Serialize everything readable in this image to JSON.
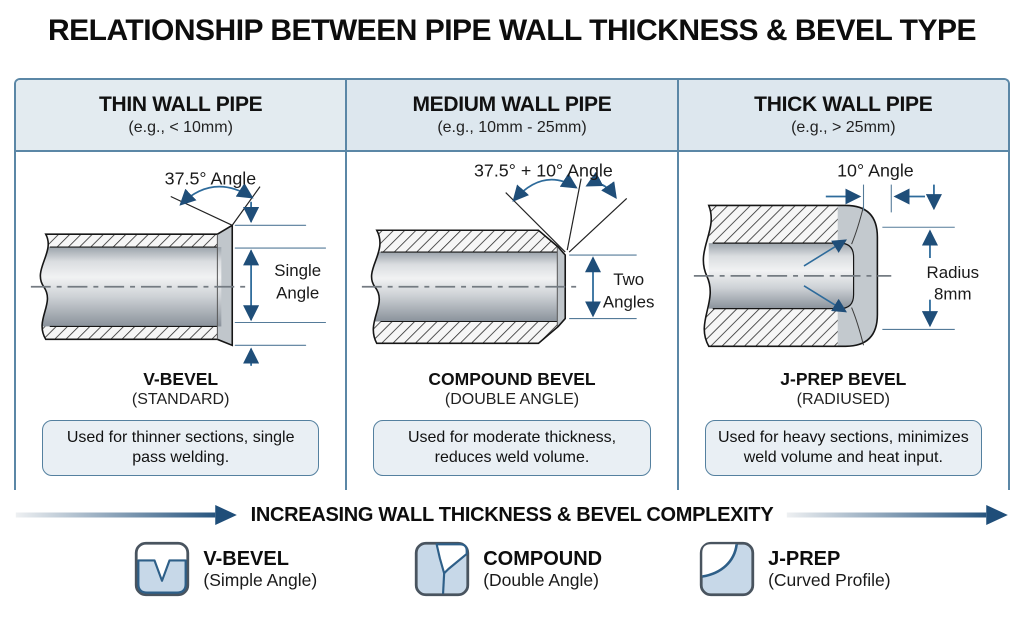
{
  "title": "RELATIONSHIP BETWEEN PIPE WALL THICKNESS & BEVEL TYPE",
  "columns": [
    {
      "header": "THIN WALL PIPE",
      "header_sub": "(e.g., < 10mm)",
      "angle_label": "37.5° Angle",
      "dim_line1": "Single",
      "dim_line2": "Angle",
      "bevel_name": "V-BEVEL",
      "bevel_sub": "(STANDARD)",
      "description": "Used for thinner sections, single pass welding."
    },
    {
      "header": "MEDIUM WALL PIPE",
      "header_sub": "(e.g., 10mm - 25mm)",
      "angle_label": "37.5° + 10° Angle",
      "dim_line1": "Two",
      "dim_line2": "Angles",
      "bevel_name": "COMPOUND BEVEL",
      "bevel_sub": "(DOUBLE ANGLE)",
      "description": "Used for moderate thickness, reduces weld volume."
    },
    {
      "header": "THICK WALL PIPE",
      "header_sub": "(e.g., > 25mm)",
      "angle_label": "10° Angle",
      "dim_line1": "Radius",
      "dim_line2": "8mm",
      "bevel_name": "J-PREP BEVEL",
      "bevel_sub": "(RADIUSED)",
      "description": "Used for heavy sections, minimizes weld volume and heat input."
    }
  ],
  "flow_arrow": {
    "label": "INCREASING WALL THICKNESS & BEVEL COMPLEXITY"
  },
  "legend": [
    {
      "name": "V-BEVEL",
      "sub": "(Simple Angle)",
      "icon": "v-bevel-icon"
    },
    {
      "name": "COMPOUND",
      "sub": "(Double Angle)",
      "icon": "compound-icon"
    },
    {
      "name": "J-PREP",
      "sub": "(Curved Profile)",
      "icon": "j-prep-icon"
    }
  ],
  "colors": {
    "accent_blue": "#2e6b9b",
    "arrow_dark": "#1f4e79",
    "panel_border": "#5b87a6",
    "header_bg": "#dde7ee",
    "desc_bg": "#e9eff4",
    "icon_fill": "#c7d8e8",
    "metal_light": "#f1f2f3",
    "metal_dark": "#8a929b"
  }
}
